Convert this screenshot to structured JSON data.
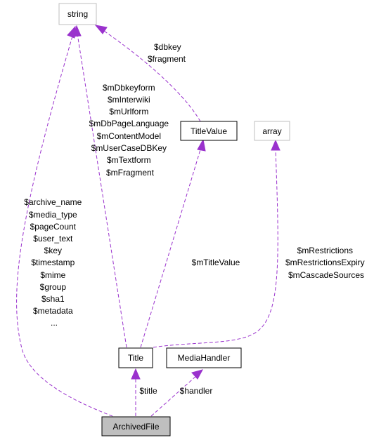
{
  "nodes": {
    "string": "string",
    "title_value": "TitleValue",
    "array": "array",
    "title": "Title",
    "media_handler": "MediaHandler",
    "archived_file": "ArchivedFile"
  },
  "edges": {
    "title_value_to_string": [
      "$dbkey",
      "$fragment"
    ],
    "title_to_string": [
      "$mDbkeyform",
      "$mInterwiki",
      "$mUrlform",
      "$mDbPageLanguage",
      "$mContentModel",
      "$mUserCaseDBKey",
      "$mTextform",
      "$mFragment"
    ],
    "archived_file_to_string": [
      "$archive_name",
      "$media_type",
      "$pageCount",
      "$user_text",
      "$key",
      "$timestamp",
      "$mime",
      "$group",
      "$sha1",
      "$metadata",
      "..."
    ],
    "title_to_title_value": [
      "$mTitleValue"
    ],
    "title_to_array": [
      "$mRestrictions",
      "$mRestrictionsExpiry",
      "$mCascadeSources"
    ],
    "archived_file_to_title": [
      "$title"
    ],
    "archived_file_to_media_handler": [
      "$handler"
    ]
  },
  "colors": {
    "edge": "#9a32cd",
    "archived_file_fill": "#bfbfbf",
    "external_border": "#bfbfbf",
    "node_border": "#000000"
  }
}
